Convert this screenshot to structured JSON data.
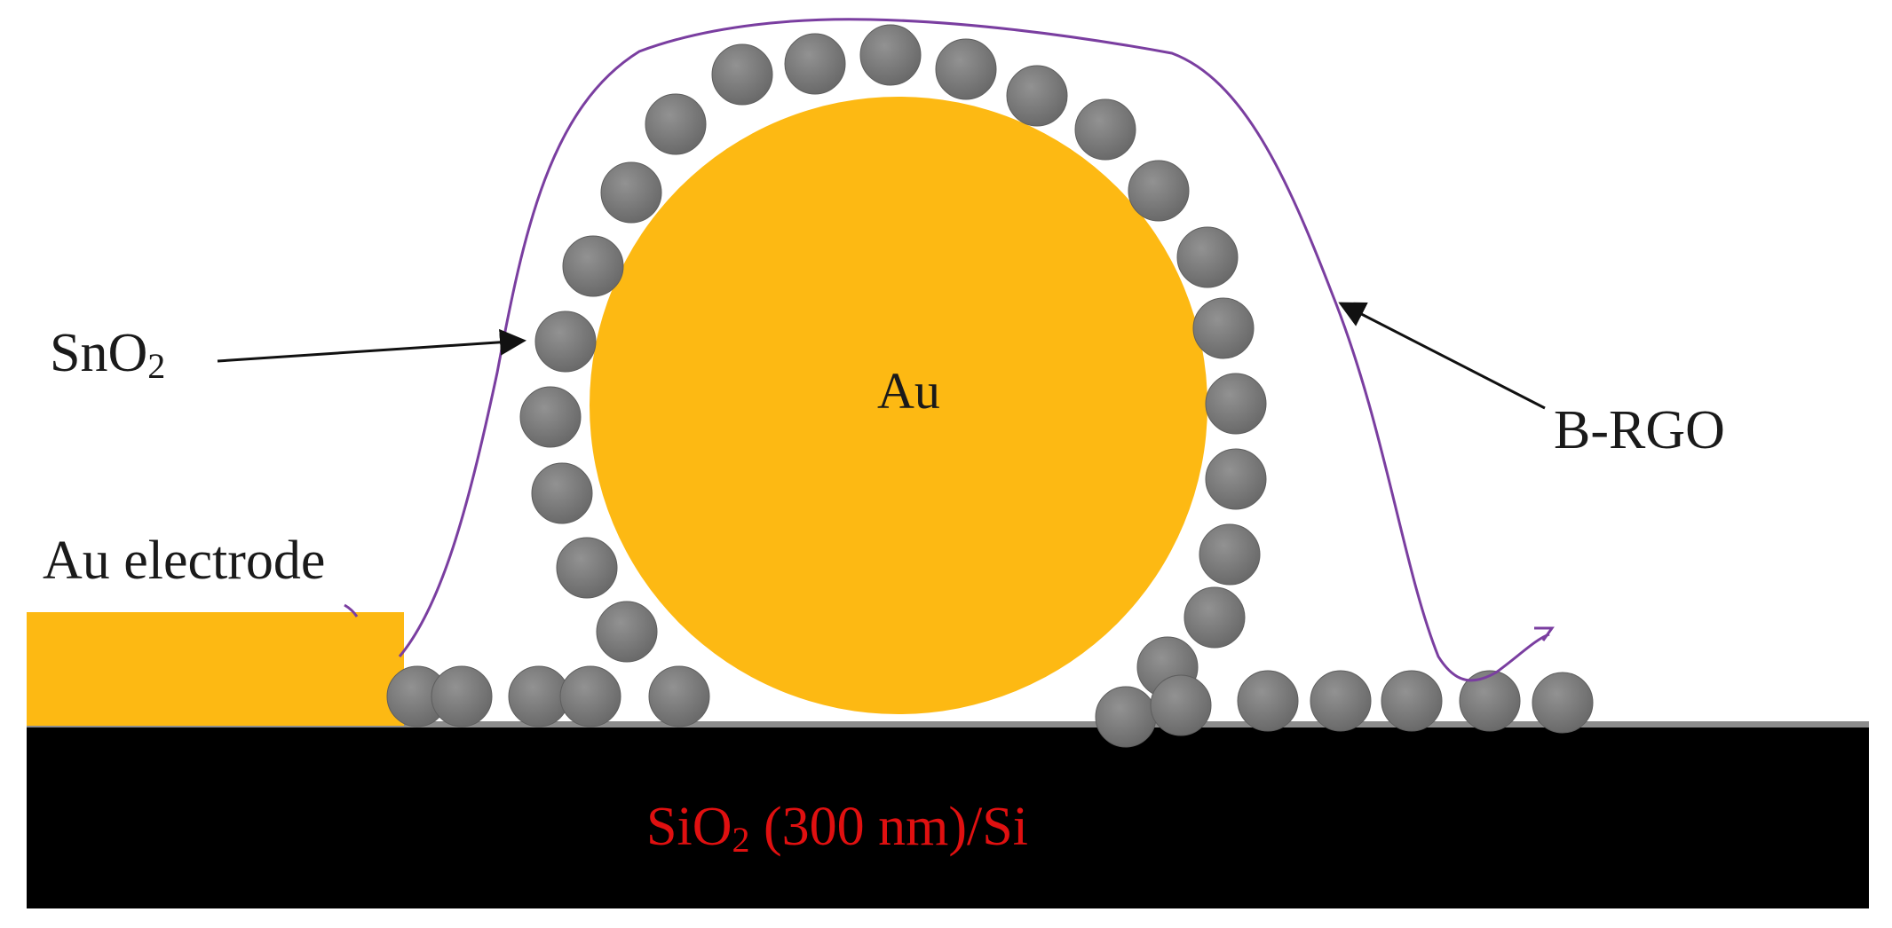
{
  "labels": {
    "au_core": "Au",
    "electrode": "Au electrode",
    "sno2_main": "SnO",
    "sno2_sub": "2",
    "brgo": "B-RGO",
    "substrate_pre": "SiO",
    "substrate_sub": "2",
    "substrate_post": " (300 nm)/Si"
  },
  "colors": {
    "background": "#ffffff",
    "gold": "#fdb913",
    "particle": "#7b7b7b",
    "substrate": "#000000",
    "substrate_line": "#8c8c8c",
    "substrate_text": "#e01010",
    "brgo_curve": "#7a3ea0",
    "arrow": "#111111"
  }
}
